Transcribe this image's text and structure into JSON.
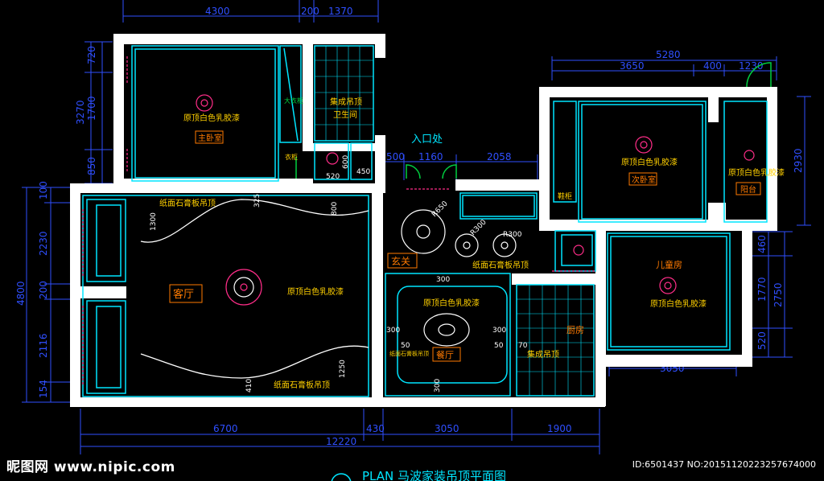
{
  "dims": {
    "top_left": [
      "4300",
      "200",
      "1370"
    ],
    "top_right": [
      "5280",
      "3650",
      "400",
      "1230"
    ],
    "left_top": [
      "720",
      "1700",
      "3270",
      "850"
    ],
    "left_bottom": [
      "100",
      "2230",
      "4800",
      "200",
      "2116",
      "154"
    ],
    "right_upper": [
      "2930"
    ],
    "right_lower": [
      "460",
      "1770",
      "2750",
      "520"
    ],
    "entrance": [
      "500",
      "1160",
      "2058"
    ],
    "bottom": [
      "6700",
      "430",
      "3050",
      "1900"
    ],
    "bottom_total": "12220",
    "kid_bottom": "3050",
    "kitchen_dims": [
      "50",
      "70"
    ],
    "dining_dims": [
      "300",
      "300",
      "300",
      "300",
      "50"
    ],
    "living_dims": [
      "1300",
      "325",
      "800",
      "1250",
      "410"
    ],
    "bath_dims": [
      "520",
      "600",
      "450"
    ],
    "foyer_radii": [
      "R650",
      "R300",
      "R300"
    ]
  },
  "labels": {
    "master_room": "主卧室",
    "master_ceiling": "原顶白色乳胶漆",
    "wardrobe": "大衣柜",
    "bath_ceiling": "集成吊顶",
    "bath": "卫生间",
    "cabinet": "衣柜",
    "entrance": "入口处",
    "second_room": "次卧室",
    "second_ceiling": "原顶白色乳胶漆",
    "balcony_ceiling": "原顶白色乳胶漆",
    "balcony": "阳台",
    "shoe_cabinet": "鞋柜",
    "living_ceiling_top": "纸面石膏板吊顶",
    "living_room": "客厅",
    "living_ceiling": "原顶白色乳胶漆",
    "living_ceiling_bottom": "纸面石膏板吊顶",
    "foyer": "玄关",
    "foyer_ceiling": "纸面石膏板吊顶",
    "dining_ceiling": "原顶白色乳胶漆",
    "dining_room": "餐厅",
    "dining_side": "纸面石膏板吊顶",
    "kitchen": "厨房",
    "kitchen_ceiling": "集成吊顶",
    "kid_room": "儿童房",
    "kid_ceiling": "原顶白色乳胶漆",
    "plan_title": "PLAN 马波家装吊顶平面图"
  },
  "footer": {
    "logo": "昵图网 www.nipic.com",
    "id": "ID:6501437 NO:20151120223257674000"
  },
  "colors": {
    "background": "#000000",
    "wall": "#ffffff",
    "line": "#00e5ff",
    "dimension": "#2f4fff",
    "label": "#ffd000",
    "tag": "#ff7a00",
    "door": "#00d040",
    "accent": "#ff2d88"
  }
}
